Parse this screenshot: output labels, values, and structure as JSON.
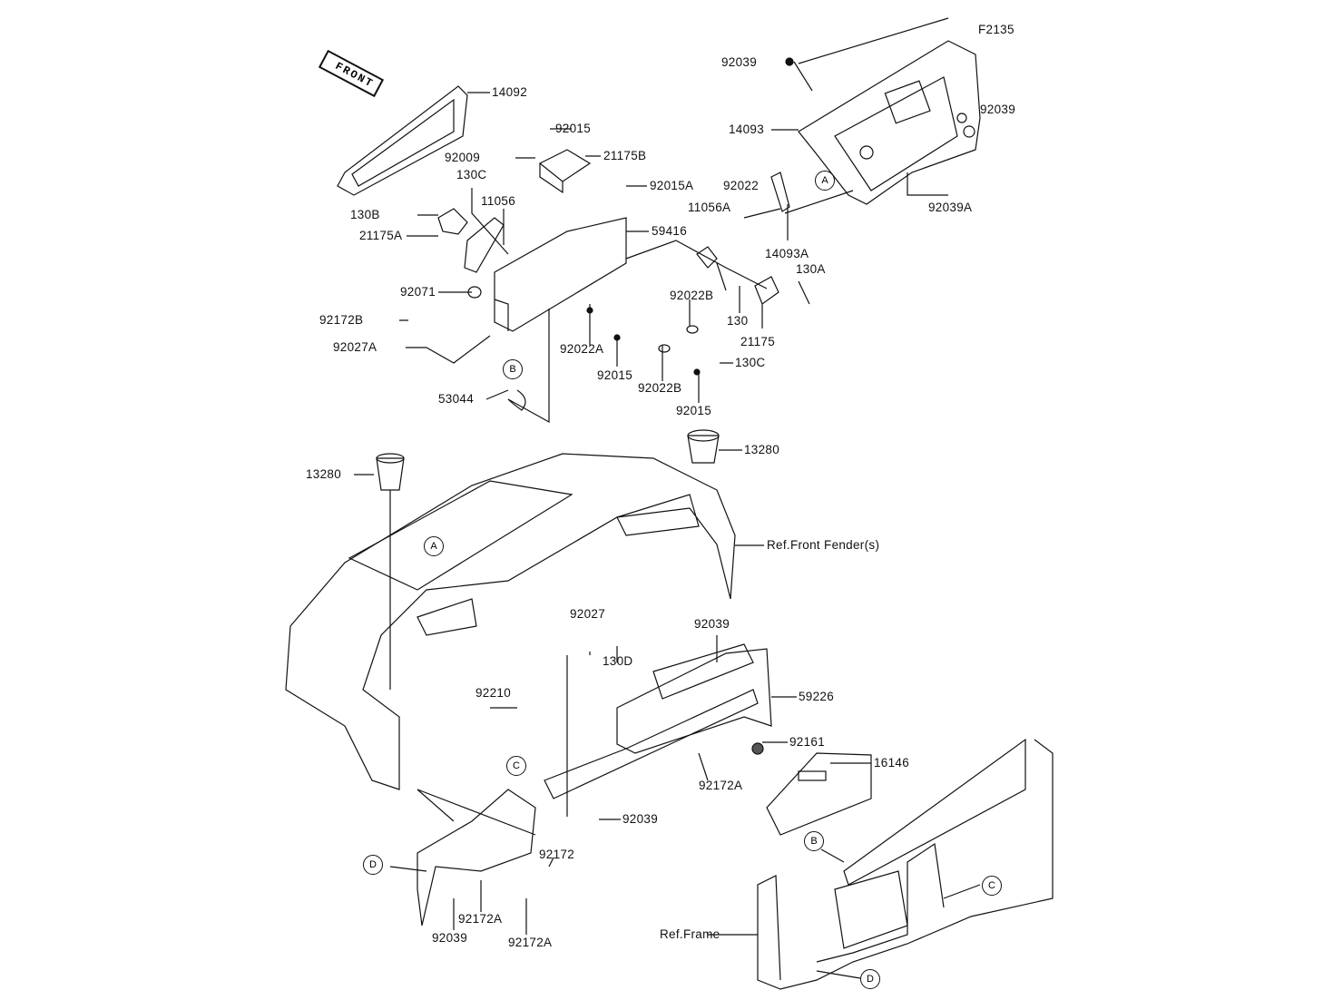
{
  "diagram_code": "F2135",
  "front_sign": "FRONT",
  "labels": [
    "F2135",
    "92039",
    "14092",
    "92015",
    "14093",
    "92039",
    "92009",
    "21175B",
    "130C",
    "92015A",
    "92022",
    "11056",
    "11056A",
    "130B",
    "21175A",
    "59416",
    "14093A",
    "92039A",
    "130A",
    "92071",
    "92022B",
    "130",
    "92172B",
    "21175",
    "92027A",
    "130C",
    "92022A",
    "92015",
    "92022B",
    "53044",
    "92015",
    "13280",
    "13280",
    "Ref.Front Fender(s)",
    "92027",
    "92039",
    "130D",
    "92210",
    "59226",
    "92161",
    "16146",
    "92172A",
    "92039",
    "92172",
    "92172A",
    "92039",
    "92172A",
    "Ref.Frame"
  ],
  "callouts": [
    "A",
    "B",
    "A",
    "C",
    "D",
    "B",
    "C",
    "D"
  ]
}
